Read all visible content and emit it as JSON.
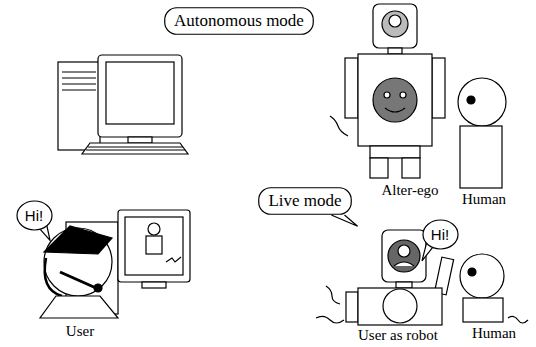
{
  "diagram": {
    "nodes": [
      {
        "text": [
          "Autonomous mode"
        ]
      },
      {
        "text": [
          "Hi!"
        ]
      },
      {
        "text": [
          "Live mode"
        ]
      },
      {
        "text": [
          "Hi!"
        ]
      }
    ],
    "labels": [
      "Alter-ego",
      "Human",
      "User",
      "User as robot",
      "Human"
    ]
  }
}
